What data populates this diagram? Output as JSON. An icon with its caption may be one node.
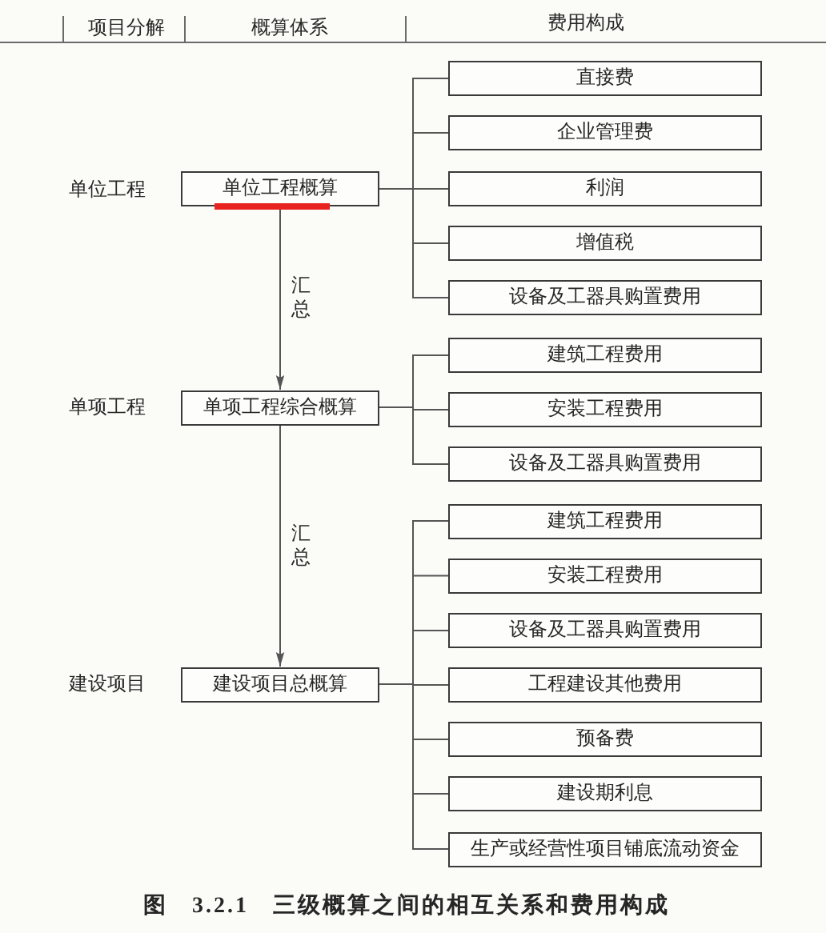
{
  "diagram": {
    "caption": "图 3.2.1 三级概算之间的相互关系和费用构成",
    "nodes": [
      {
        "text": [
          "单位工程概算"
        ]
      },
      {
        "text": [
          "直接费"
        ]
      },
      {
        "text": [
          "企业管理费"
        ]
      },
      {
        "text": [
          "利润"
        ]
      },
      {
        "text": [
          "增值税"
        ]
      },
      {
        "text": [
          "设备及工器具购置费用"
        ]
      },
      {
        "text": [
          "单项工程综合概算"
        ]
      },
      {
        "text": [
          "建筑工程费用"
        ]
      },
      {
        "text": [
          "安装工程费用"
        ]
      },
      {
        "text": [
          "设备及工器具购置费用"
        ]
      },
      {
        "text": [
          "建设项目总概算"
        ]
      },
      {
        "text": [
          "建筑工程费用"
        ]
      },
      {
        "text": [
          "安装工程费用"
        ]
      },
      {
        "text": [
          "设备及工器具购置费用"
        ]
      },
      {
        "text": [
          "工程建设其他费用"
        ]
      },
      {
        "text": [
          "预备费"
        ]
      },
      {
        "text": [
          "建设期利息"
        ]
      },
      {
        "text": [
          "生产或经营性项目铺底流动资金"
        ]
      }
    ],
    "edges": [
      {
        "from": 0,
        "to": 1,
        "arrow": "none"
      },
      {
        "from": 0,
        "to": 2,
        "arrow": "none"
      },
      {
        "from": 0,
        "to": 3,
        "arrow": "none"
      },
      {
        "from": 0,
        "to": 4,
        "arrow": "none"
      },
      {
        "from": 0,
        "to": 5,
        "arrow": "none"
      },
      {
        "from": 0,
        "to": 6,
        "arrow": "to",
        "label": "汇总"
      },
      {
        "from": 6,
        "to": 7,
        "arrow": "none"
      },
      {
        "from": 6,
        "to": 8,
        "arrow": "none"
      },
      {
        "from": 6,
        "to": 9,
        "arrow": "none"
      },
      {
        "from": 6,
        "to": 10,
        "arrow": "to",
        "label": "汇总"
      },
      {
        "from": 10,
        "to": 11,
        "arrow": "none"
      },
      {
        "from": 10,
        "to": 12,
        "arrow": "none"
      },
      {
        "from": 10,
        "to": 13,
        "arrow": "none"
      },
      {
        "from": 10,
        "to": 14,
        "arrow": "none"
      },
      {
        "from": 10,
        "to": 15,
        "arrow": "none"
      },
      {
        "from": 10,
        "to": 16,
        "arrow": "none"
      },
      {
        "from": 10,
        "to": 17,
        "arrow": "none"
      }
    ],
    "labels": [
      "项目分解",
      "概算体系",
      "费用构成",
      "单位工程",
      "单项工程",
      "建设项目"
    ]
  }
}
